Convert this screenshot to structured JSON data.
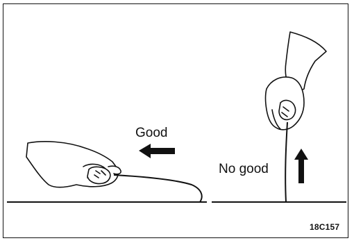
{
  "labels": {
    "good": "Good",
    "no_good": "No good"
  },
  "figure_code": "18C157",
  "colors": {
    "ink": "#111111",
    "background": "#ffffff"
  }
}
